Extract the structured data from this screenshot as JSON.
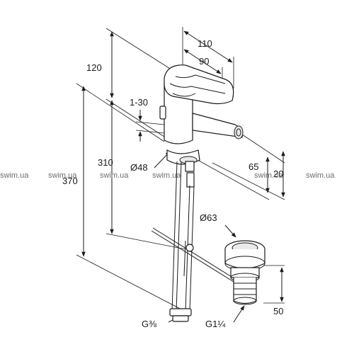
{
  "dimensions": {
    "width_total": "110",
    "spout_reach": "90",
    "lever_height": "120",
    "deck_thickness": "1-30",
    "base_diameter": "Ø48",
    "height_to_spout": "310",
    "total_height": "370",
    "spout_outlet_height": "65",
    "spout_offset": "20",
    "waste_diameter": "Ø63",
    "waste_height": "50",
    "hose_thread": "G⅜",
    "waste_thread": "G1¼"
  },
  "watermarks": [
    "swim.ua",
    "swim.ua",
    "swim.ua",
    "swim.ua",
    "swim.ua",
    "swim.ua"
  ]
}
